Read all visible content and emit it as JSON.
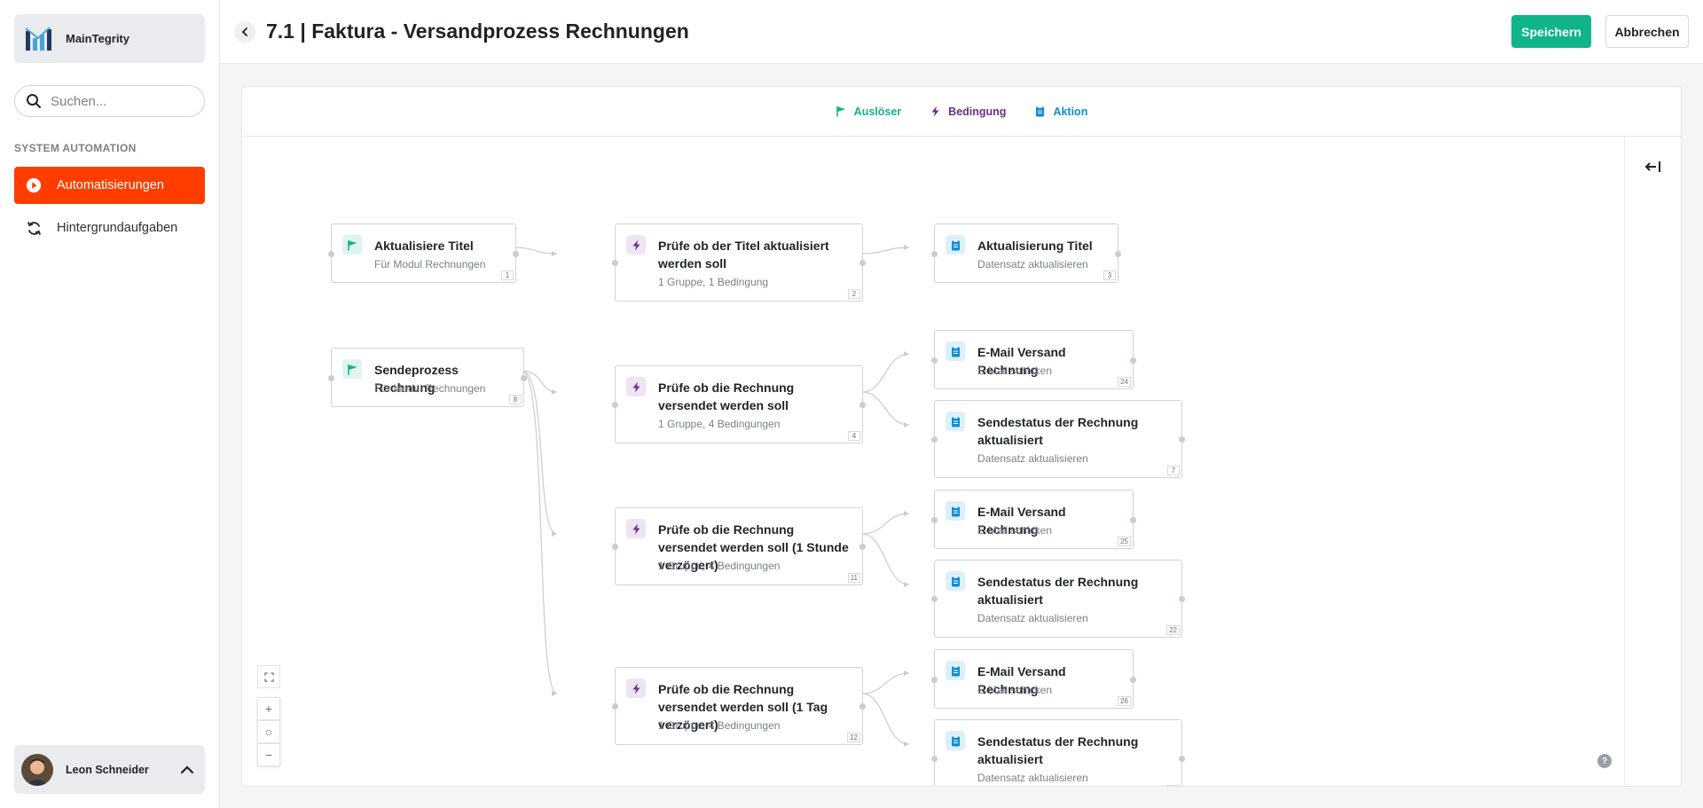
{
  "app": {
    "brand_name": "MainTegrity",
    "search_placeholder": "Suchen...",
    "section_label": "SYSTEM AUTOMATION",
    "nav": [
      {
        "label": "Automatisierungen",
        "icon": "play-circle-icon",
        "active": true
      },
      {
        "label": "Hintergrundaufgaben",
        "icon": "refresh-icon",
        "active": false
      }
    ],
    "user_name": "Leon Schneider"
  },
  "header": {
    "title": "7.1 | Faktura - Versandprozess Rechnungen",
    "save_label": "Speichern",
    "cancel_label": "Abbrechen"
  },
  "legend": {
    "trigger": "Auslöser",
    "condition": "Bedingung",
    "action": "Aktion"
  },
  "colors": {
    "accent_active": "#ff3d00",
    "save": "#10b48a",
    "trigger": "#10b48a",
    "condition": "#6d2e8a",
    "action": "#0e8fd1"
  },
  "nodes": {
    "n1": {
      "title": "Aktualisiere Titel",
      "sub": "Für Modul Rechnungen",
      "id": "1"
    },
    "n2": {
      "title": "Prüfe ob der Titel aktualisiert werden soll",
      "sub": "1 Gruppe, 1 Bedingung",
      "id": "2"
    },
    "n3": {
      "title": "Aktualisierung Titel",
      "sub": "Datensatz aktualisieren",
      "id": "3"
    },
    "n8": {
      "title": "Sendeprozess Rechnung",
      "sub": "Für Modul Rechnungen",
      "id": "8"
    },
    "n4": {
      "title": "Prüfe ob die Rechnung versendet werden soll",
      "sub": "1 Gruppe, 4 Bedingungen",
      "id": "4"
    },
    "n24": {
      "title": "E-Mail Versand Rechnung",
      "sub": "E-Mail schicken",
      "id": "24"
    },
    "n7": {
      "title": "Sendestatus der Rechnung aktualisiert",
      "sub": "Datensatz aktualisieren",
      "id": "7"
    },
    "n11": {
      "title": "Prüfe ob die Rechnung versendet werden soll (1 Stunde verzögert)",
      "sub": "1 Gruppe, 4 Bedingungen",
      "id": "11"
    },
    "n25": {
      "title": "E-Mail Versand Rechnung",
      "sub": "E-Mail schicken",
      "id": "25"
    },
    "n22": {
      "title": "Sendestatus der Rechnung aktualisiert",
      "sub": "Datensatz aktualisieren",
      "id": "22"
    },
    "n12": {
      "title": "Prüfe ob die Rechnung versendet werden soll (1 Tag verzögert)",
      "sub": "1 Gruppe, 4 Bedingungen",
      "id": "12"
    },
    "n26": {
      "title": "E-Mail Versand Rechnung",
      "sub": "E-Mail schicken",
      "id": "26"
    },
    "n23": {
      "title": "Sendestatus der Rechnung aktualisiert",
      "sub": "Datensatz aktualisieren",
      "id": "23"
    }
  },
  "zoom_controls": {
    "fit": "fit-view-icon",
    "zoom_in": "+",
    "reset": "○",
    "zoom_out": "−"
  },
  "help": "?"
}
